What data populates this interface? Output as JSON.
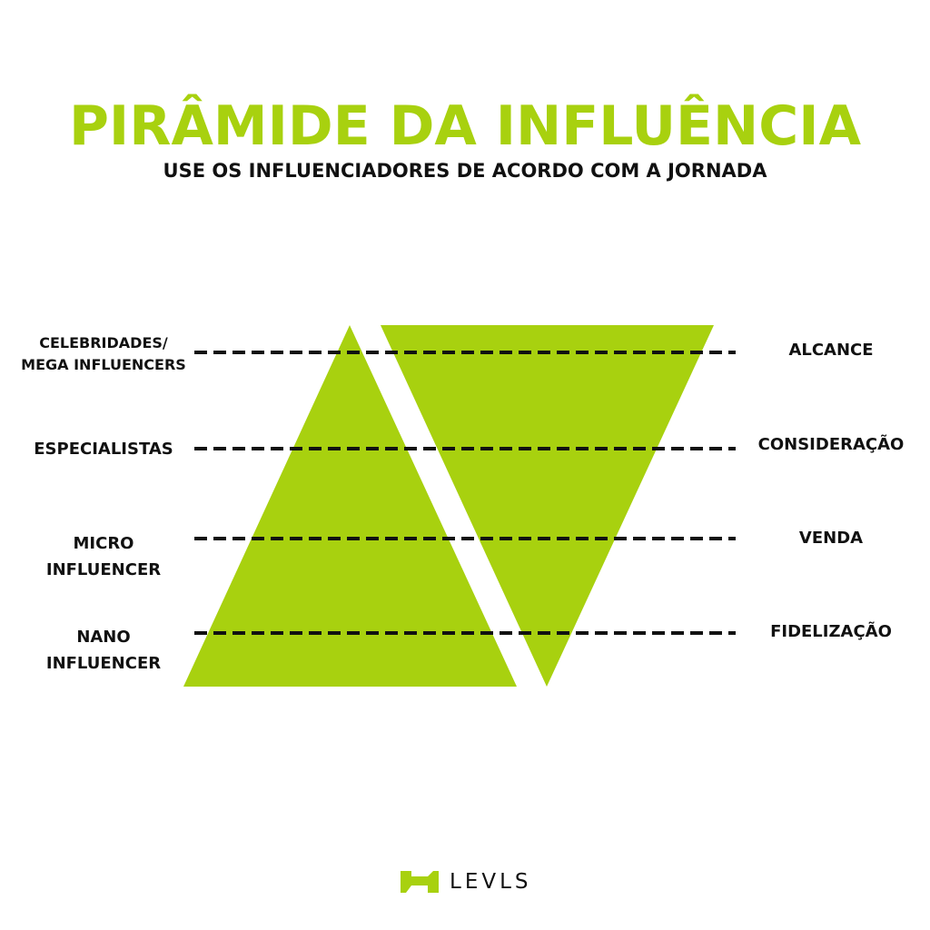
{
  "header": {
    "title": "PIRÂMIDE DA INFLUÊNCIA",
    "subtitle": "USE OS INFLUENCIADORES DE ACORDO COM A JORNADA"
  },
  "diagram": {
    "accent_color": "#a8d10f",
    "line_color": "#111111",
    "left_labels": [
      {
        "line1": "CELEBRIDADES/",
        "line2": "MEGA INFLUENCERS"
      },
      {
        "line1": "ESPECIALISTAS",
        "line2": ""
      },
      {
        "line1": "MICRO",
        "line2": "INFLUENCER"
      },
      {
        "line1": "NANO",
        "line2": "INFLUENCER"
      }
    ],
    "right_labels": [
      "ALCANCE",
      "CONSIDERAÇÃO",
      "VENDA",
      "FIDELIZAÇÃO"
    ],
    "shapes": {
      "pyramid": "upright-triangle",
      "funnel": "inverted-triangle"
    }
  },
  "footer": {
    "brand": "LEVLS",
    "logo_icon": "levls-logo-icon"
  }
}
